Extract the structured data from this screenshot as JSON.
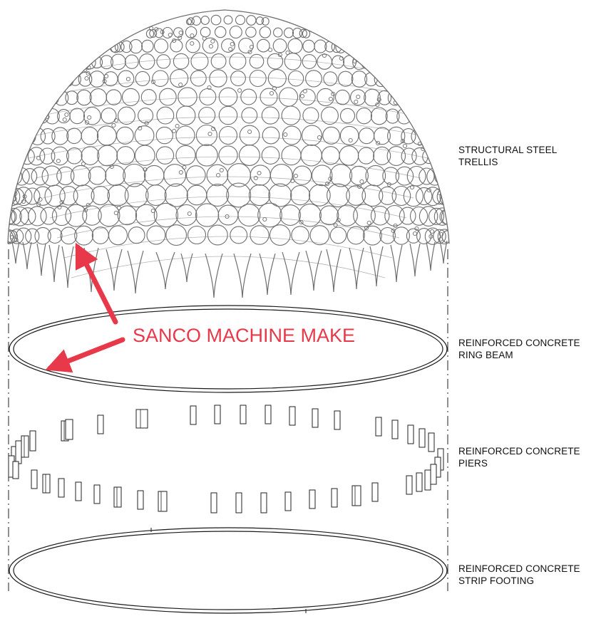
{
  "labels": {
    "trellis": {
      "line1": "STRUCTURAL STEEL",
      "line2": "TRELLIS"
    },
    "ring_beam": {
      "line1": "REINFORCED CONCRETE",
      "line2": "RING BEAM"
    },
    "piers": {
      "line1": "REINFORCED CONCRETE",
      "line2": "PIERS"
    },
    "footing": {
      "line1": "REINFORCED CONCRETE",
      "line2": "STRIP FOOTING"
    }
  },
  "callout": {
    "text": "SANCO MACHINE MAKE"
  },
  "colors": {
    "line": "#222222",
    "dome": "#6e6e6e",
    "callout": "#e8394a"
  }
}
